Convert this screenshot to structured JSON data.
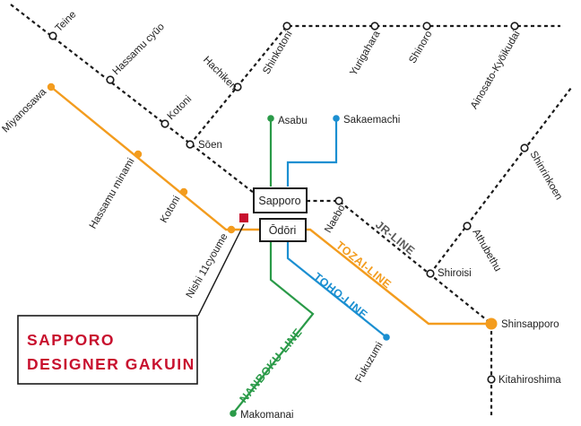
{
  "colors": {
    "jr": "#1a1a1a",
    "tozai": "#f39c1e",
    "toho": "#1b8fd1",
    "nanboku": "#2a9a48",
    "school": "#c8102e"
  },
  "lines": {
    "jr": "JR-LINE",
    "tozai": "TOZAI-LINE",
    "toho": "TOHO-LINE",
    "nanboku": "NANBOKU-LINE"
  },
  "school": {
    "line1": "SAPPORO",
    "line2": "DESIGNER GAKUIN"
  },
  "hubs": {
    "sapporo": "Sapporo",
    "odori": "Ōdōri"
  },
  "stations": {
    "teine": "Teine",
    "hassamu_cyuo": "Hassamu cyūo",
    "kotoni_jr": "Kotoni",
    "soen": "Sōen",
    "hachiken": "Hachiken",
    "shinkotoni": "Shinkotoni",
    "yurigahara": "Yurigahara",
    "shinoro": "Shinoro",
    "ainosato": "Ainosato-Kyōikudai",
    "naebo": "Naebo",
    "shinrinkoen": "Shinrinkoen",
    "atsubetsu": "Athubethu",
    "shiroishi": "Shiroisi",
    "shinsapporo": "Shinsapporo",
    "kitahiroshima": "Kitahiroshima",
    "miyanosawa": "Miyanosawa",
    "hassamu_minami": "Hassamu minami",
    "kotoni_tozai": "Kotoni",
    "nishi11": "Nishi 11cyoume",
    "asabu": "Asabu",
    "sakaemachi": "Sakaemachi",
    "fukuzumi": "Fukuzumi",
    "makomanai": "Makomanai"
  }
}
